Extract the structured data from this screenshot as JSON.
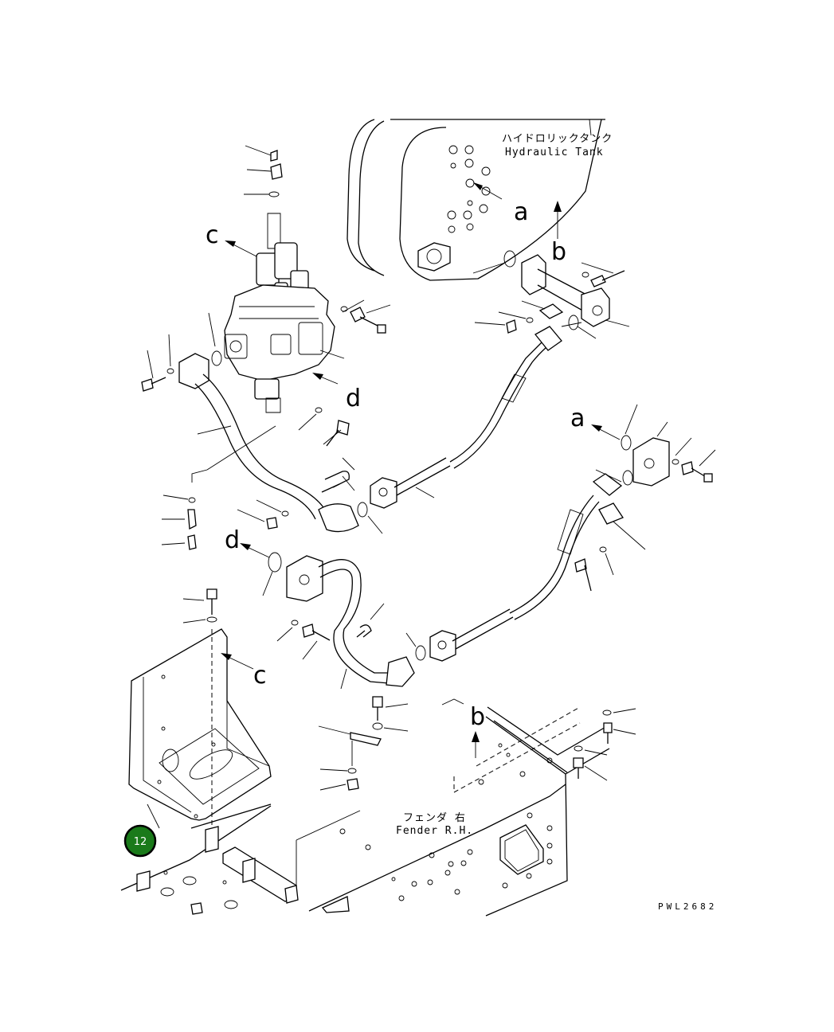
{
  "labels": {
    "tank_jp": "ハイドロリックタンク",
    "tank_en": "Hydraulic Tank",
    "fender_jp": "フェンダ 右",
    "fender_en": "Fender R.H.",
    "ref_a": "a",
    "ref_b": "b",
    "ref_c": "c",
    "ref_d": "d",
    "drawing_code": "PWL2682"
  },
  "callout": {
    "number": "12",
    "color": "#1a7a1a"
  }
}
